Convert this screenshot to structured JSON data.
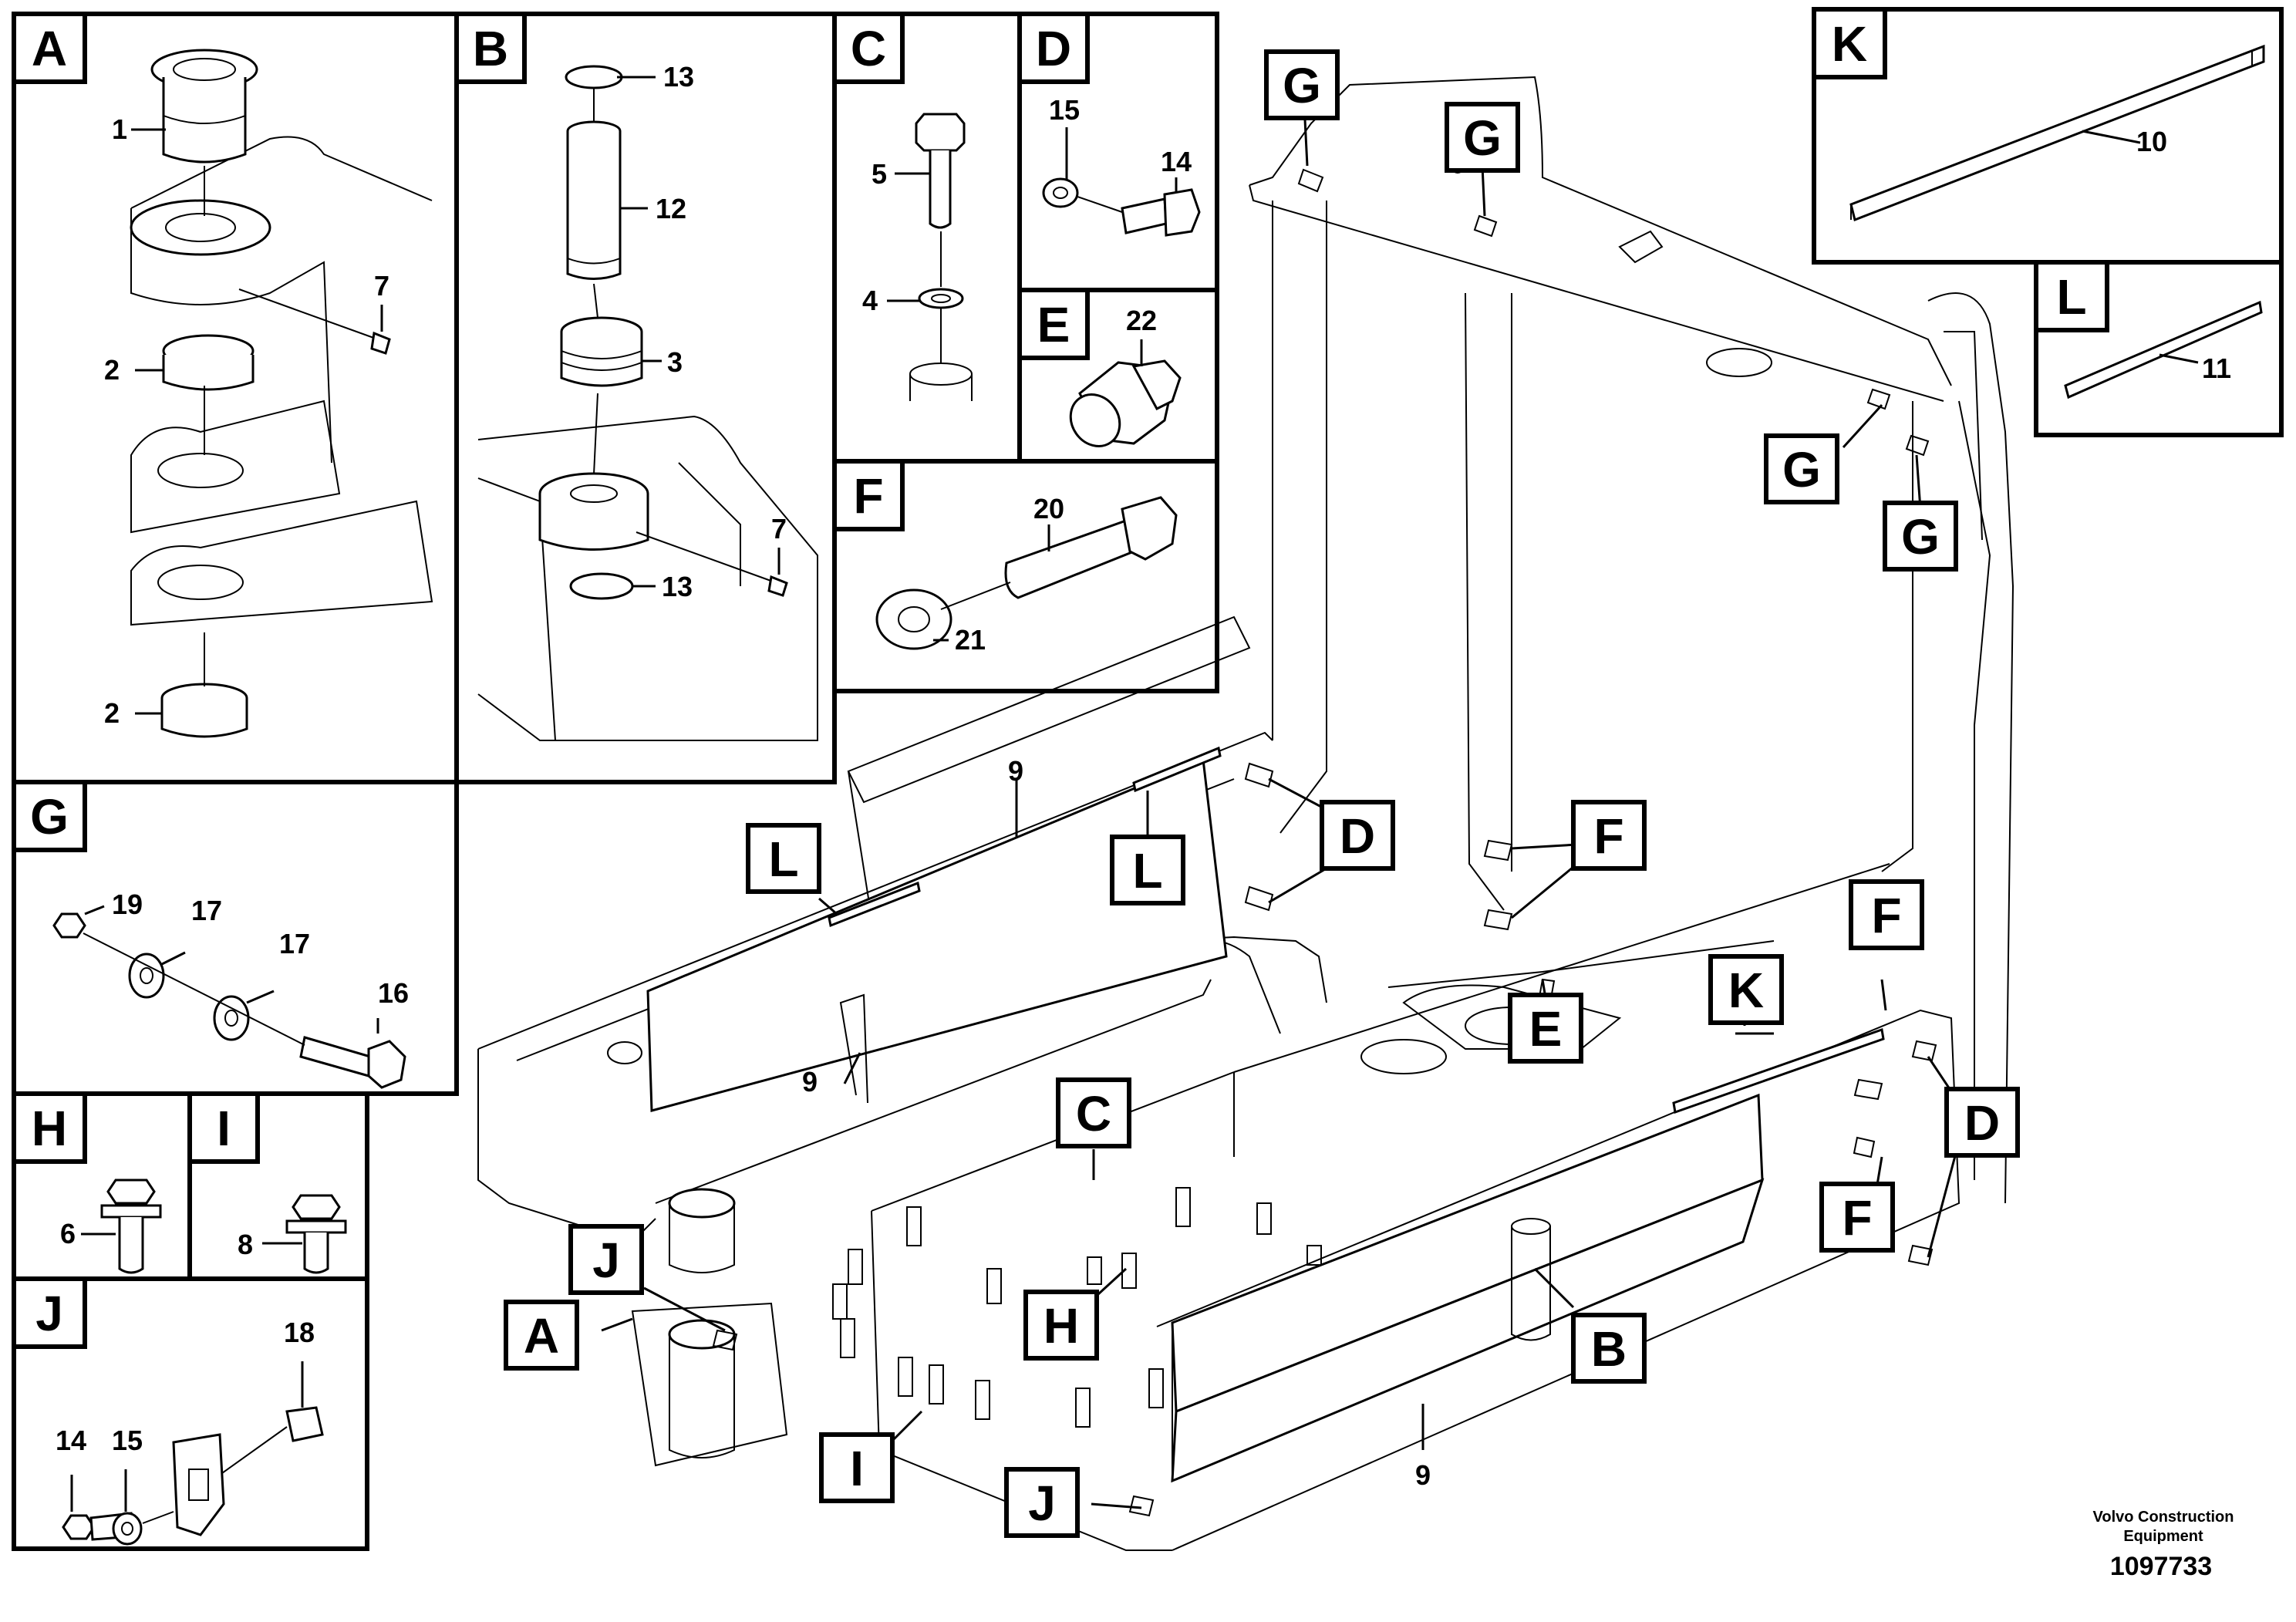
{
  "panels": [
    {
      "letter": "A"
    },
    {
      "letter": "B"
    },
    {
      "letter": "C"
    },
    {
      "letter": "D"
    },
    {
      "letter": "E"
    },
    {
      "letter": "F"
    },
    {
      "letter": "G"
    },
    {
      "letter": "H"
    },
    {
      "letter": "I"
    },
    {
      "letter": "J"
    },
    {
      "letter": "K"
    },
    {
      "letter": "L"
    }
  ],
  "callouts": {
    "A": "A",
    "B": "B",
    "C": "C",
    "D": "D",
    "E": "E",
    "F": "F",
    "G": "G",
    "H": "H",
    "I": "I",
    "J": "J",
    "K": "K",
    "L": "L"
  },
  "part_numbers": {
    "n1": "1",
    "n2": "2",
    "n3": "3",
    "n4": "4",
    "n5": "5",
    "n6": "6",
    "n7": "7",
    "n8": "8",
    "n9": "9",
    "n10": "10",
    "n11": "11",
    "n12": "12",
    "n13": "13",
    "n14": "14",
    "n15": "15",
    "n16": "16",
    "n17": "17",
    "n18": "18",
    "n19": "19",
    "n20": "20",
    "n21": "21",
    "n22": "22"
  },
  "footer": {
    "company_line1": "Volvo Construction",
    "company_line2": "Equipment",
    "drawing_number": "1097733"
  }
}
